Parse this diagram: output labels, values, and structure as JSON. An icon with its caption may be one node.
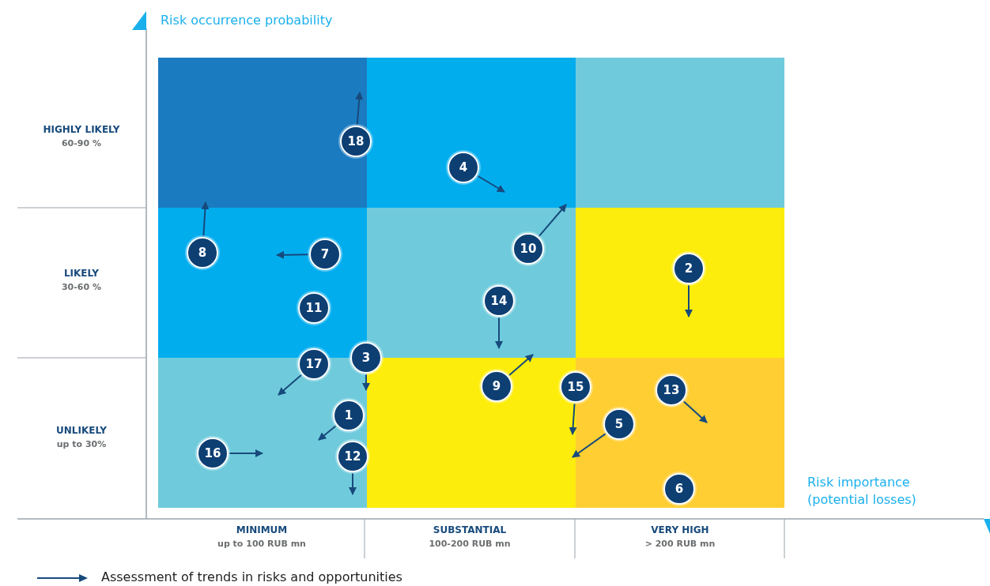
{
  "diagram": {
    "nodes": [
      {
        "text": [],
        "shape": "box"
      },
      {
        "text": [],
        "shape": "box"
      },
      {
        "text": [],
        "shape": "box"
      },
      {
        "text": [],
        "shape": "box"
      },
      {
        "text": [],
        "shape": "box"
      },
      {
        "text": [],
        "shape": "box"
      },
      {
        "text": [],
        "shape": "box"
      },
      {
        "text": [],
        "shape": "box"
      },
      {
        "text": [],
        "shape": "box"
      },
      {
        "text": [
          "18"
        ],
        "in": 0
      },
      {
        "text": [
          "4"
        ],
        "in": 1
      },
      {
        "text": [
          "8"
        ],
        "in": 3
      },
      {
        "text": [
          "10"
        ],
        "in": 4
      },
      {
        "text": [
          "7"
        ],
        "in": 3
      },
      {
        "text": [
          "2"
        ],
        "in": 5
      },
      {
        "text": [
          "14"
        ],
        "in": 4
      },
      {
        "text": [
          "11"
        ],
        "in": 3
      },
      {
        "text": [
          "3"
        ]
      },
      {
        "text": [
          "17"
        ],
        "in": 6
      },
      {
        "text": [
          "9"
        ],
        "in": 7
      },
      {
        "text": [
          "15"
        ]
      },
      {
        "text": [
          "13"
        ],
        "in": 8
      },
      {
        "text": [
          "1"
        ],
        "in": 6
      },
      {
        "text": [
          "5"
        ],
        "in": 8
      },
      {
        "text": [
          "12"
        ],
        "in": 6
      },
      {
        "text": [
          "16"
        ],
        "in": 6
      },
      {
        "text": [
          "6"
        ],
        "in": 8
      }
    ],
    "edges": [
      {
        "from": 9,
        "to": null,
        "arrow": "to"
      },
      {
        "from": 10,
        "to": null,
        "arrow": "to"
      },
      {
        "from": 11,
        "to": 0,
        "arrow": "to"
      },
      {
        "from": 12,
        "to": 1,
        "arrow": "to"
      },
      {
        "from": 13,
        "to": null,
        "arrow": "to"
      },
      {
        "from": 14,
        "to": null,
        "arrow": "to"
      },
      {
        "from": 15,
        "to": null,
        "arrow": "to"
      },
      {
        "from": 17,
        "to": null,
        "arrow": "to"
      },
      {
        "from": 18,
        "to": null,
        "arrow": "to"
      },
      {
        "from": 19,
        "to": 4,
        "arrow": "to"
      },
      {
        "from": 20,
        "to": 7,
        "arrow": "to"
      },
      {
        "from": 21,
        "to": null,
        "arrow": "to"
      },
      {
        "from": 22,
        "to": null,
        "arrow": "to"
      },
      {
        "from": 23,
        "to": 7,
        "arrow": "to"
      },
      {
        "from": 24,
        "to": null,
        "arrow": "to"
      },
      {
        "from": 25,
        "to": null,
        "arrow": "to"
      }
    ],
    "labels": [
      "Risk occurrence probability",
      "HIGHLY LIKELY",
      "60-90 %",
      "LIKELY",
      "30-60 %",
      "UNLIKELY",
      "up to 30%",
      "Risk importance (potential losses)",
      "MINIMUM",
      "up to 100 RUB mn",
      "SUBSTANTIAL",
      "100-200 RUB mn",
      "VERY HIGH",
      "> 200 RUB mn"
    ],
    "legend": [
      {
        "text": "Assessment of trends in risks and opportunities"
      }
    ]
  }
}
